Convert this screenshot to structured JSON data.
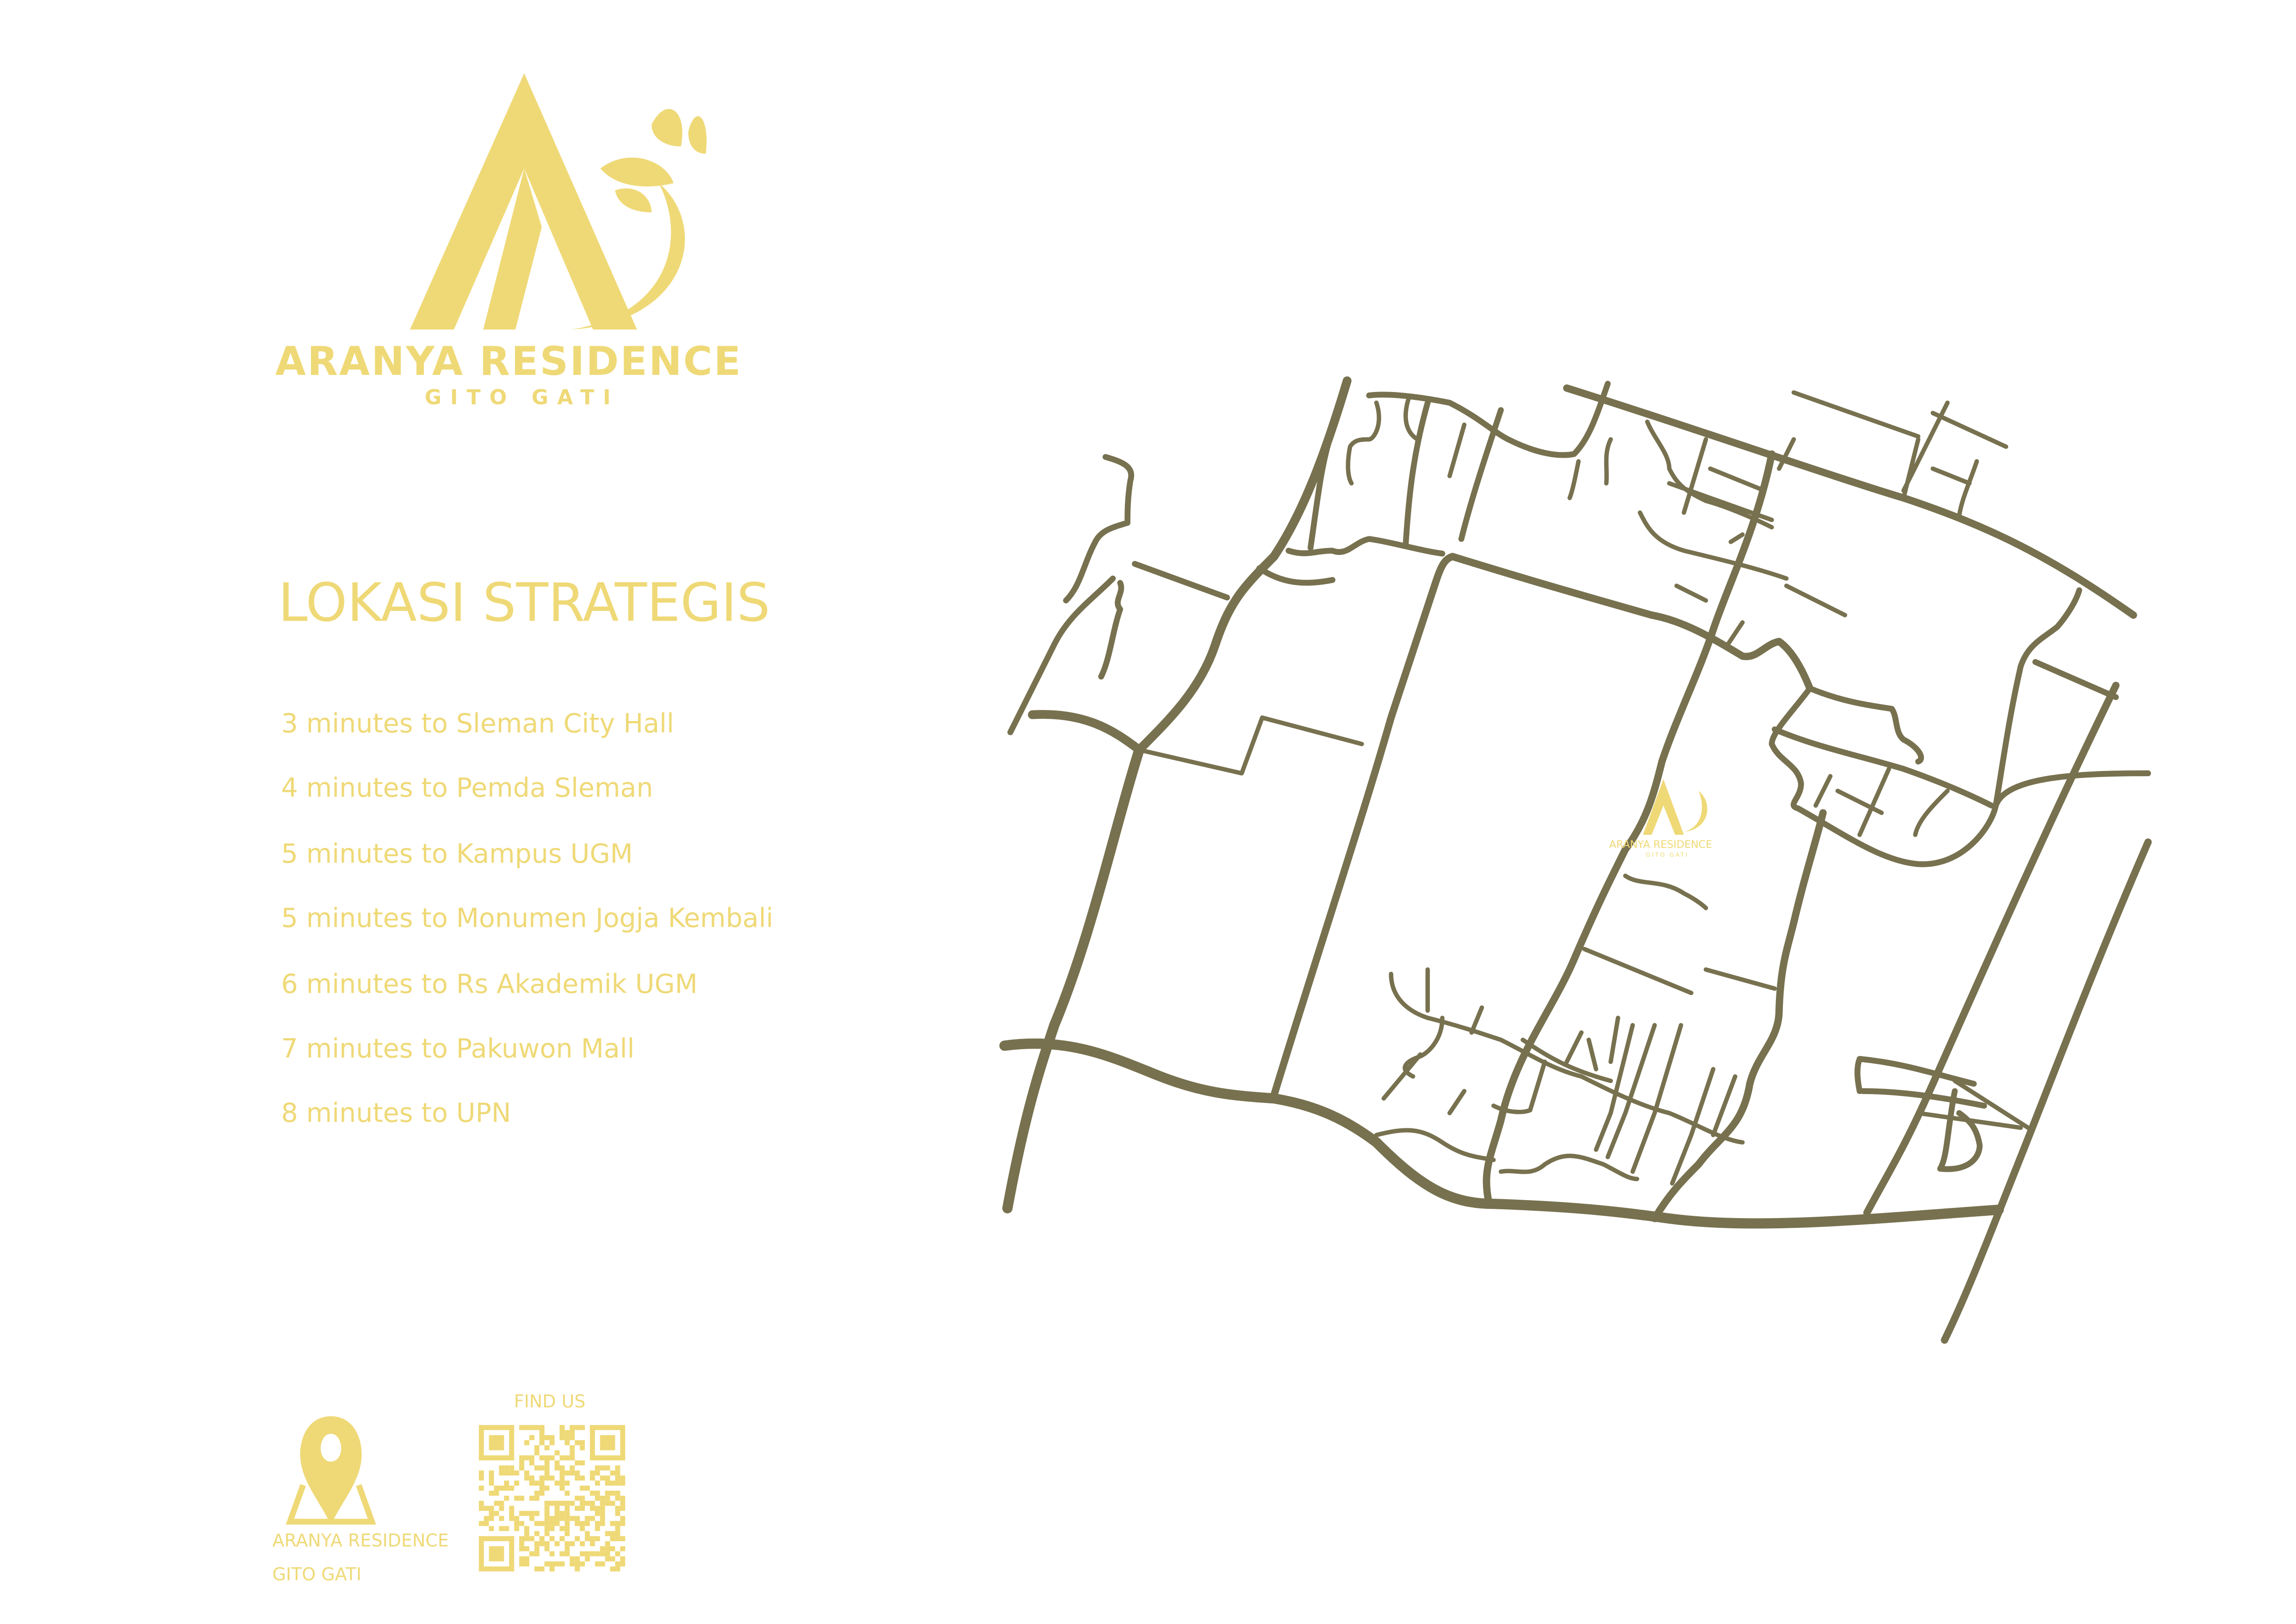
{
  "brand": {
    "name": "ARANYA RESIDENCE",
    "sub": "GITO GATI",
    "color": "#EFD977",
    "logo_icon": "a-leaf-logo"
  },
  "section": {
    "title": "LOKASI STRATEGIS"
  },
  "locations": [
    "3 minutes to Sleman City Hall",
    "4 minutes to Pemda Sleman",
    "5 minutes to Kampus UGM",
    "5 minutes to Monumen Jogja Kembali",
    "6 minutes to Rs Akademik UGM",
    "7 minutes to Pakuwon Mall",
    "8 minutes to UPN"
  ],
  "footer": {
    "find_us": "FIND US",
    "name": "ARANYA RESIDENCE",
    "sub": "GITO GATI",
    "pin_icon": "map-pin-icon",
    "qr_icon": "qr-code"
  },
  "map": {
    "road_color": "#77714F",
    "marker_label": "ARANYA RESIDENCE",
    "marker_sub": "GITO GATI"
  }
}
